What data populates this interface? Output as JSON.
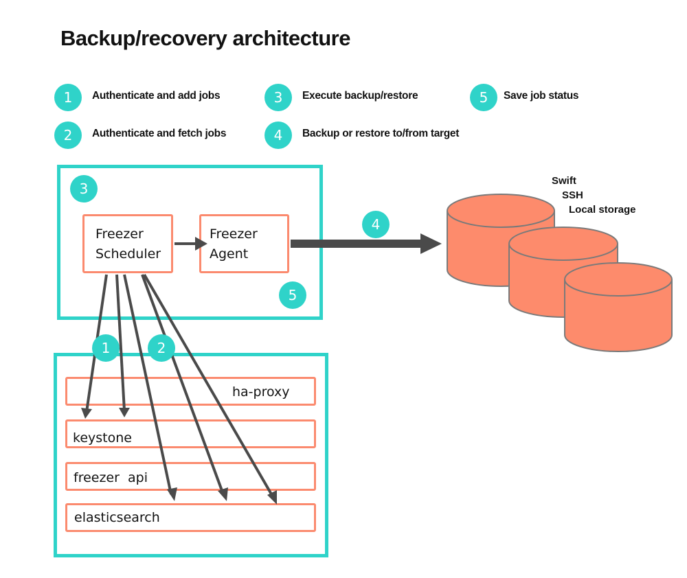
{
  "title": "Backup/recovery architecture",
  "legend": [
    {
      "number": "1",
      "label": "Authenticate and add jobs"
    },
    {
      "number": "2",
      "label": "Authenticate and fetch jobs"
    },
    {
      "number": "3",
      "label": "Execute backup/restore"
    },
    {
      "number": "4",
      "label": "Backup or restore to/from target"
    },
    {
      "number": "5",
      "label": "Save job status"
    }
  ],
  "client_node": {
    "step_badges": [
      "3",
      "5"
    ],
    "scheduler": {
      "line1": "Freezer",
      "line2": "Scheduler"
    },
    "agent": {
      "line1": "Freezer",
      "line2": "Agent"
    }
  },
  "transfer_badge": "4",
  "storage_targets": [
    "Swift",
    "SSH",
    "Local storage"
  ],
  "api_node": {
    "step_badges": [
      "1",
      "2"
    ],
    "services": [
      "ha-proxy",
      "keystone",
      "freezer  api",
      "elasticsearch"
    ]
  },
  "colors": {
    "accent_teal": "#2fd3c9",
    "component_orange": "#fb8a6e",
    "arrow_gray": "#4a4a4a",
    "storage_fill": "#fd8b6c"
  }
}
